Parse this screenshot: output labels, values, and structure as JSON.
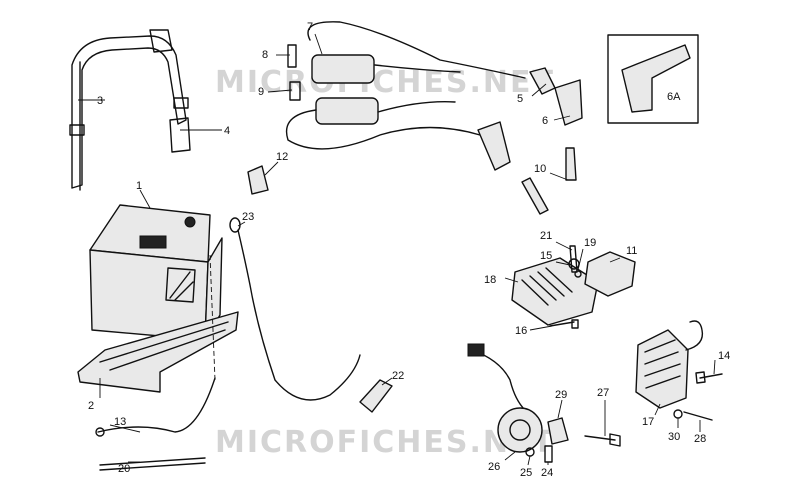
{
  "watermarks": [
    "MICROFICHES.NET",
    "MICROFICHES.NET"
  ],
  "inset_box_label": "6A",
  "part_labels": [
    {
      "id": "1",
      "text": "1"
    },
    {
      "id": "2",
      "text": "2"
    },
    {
      "id": "3",
      "text": "3"
    },
    {
      "id": "4",
      "text": "4"
    },
    {
      "id": "5",
      "text": "5"
    },
    {
      "id": "6",
      "text": "6"
    },
    {
      "id": "7",
      "text": "7"
    },
    {
      "id": "8",
      "text": "8"
    },
    {
      "id": "9",
      "text": "9"
    },
    {
      "id": "10",
      "text": "10"
    },
    {
      "id": "11",
      "text": "11"
    },
    {
      "id": "12",
      "text": "12"
    },
    {
      "id": "13",
      "text": "13"
    },
    {
      "id": "14",
      "text": "14"
    },
    {
      "id": "15",
      "text": "15"
    },
    {
      "id": "16",
      "text": "16"
    },
    {
      "id": "17",
      "text": "17"
    },
    {
      "id": "18",
      "text": "18"
    },
    {
      "id": "19",
      "text": "19"
    },
    {
      "id": "20",
      "text": "20"
    },
    {
      "id": "21",
      "text": "21"
    },
    {
      "id": "22",
      "text": "22"
    },
    {
      "id": "23",
      "text": "23"
    },
    {
      "id": "24",
      "text": "24"
    },
    {
      "id": "25",
      "text": "25"
    },
    {
      "id": "26",
      "text": "26"
    },
    {
      "id": "27",
      "text": "27"
    },
    {
      "id": "28",
      "text": "28"
    },
    {
      "id": "29",
      "text": "29"
    },
    {
      "id": "30",
      "text": "30"
    }
  ]
}
